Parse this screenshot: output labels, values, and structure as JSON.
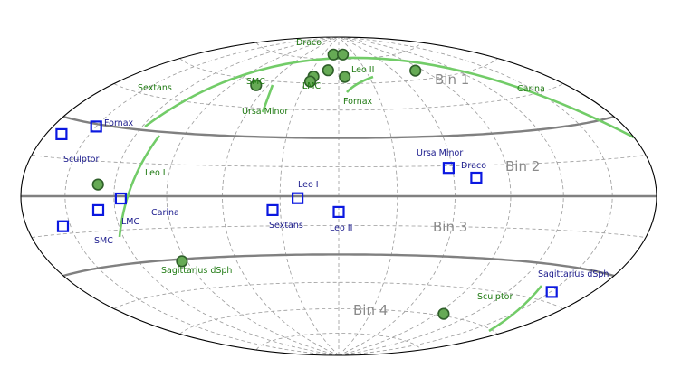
{
  "chart_data": {
    "type": "scatter",
    "projection": "aitoff/hammer all-sky",
    "grid": true,
    "bins": [
      {
        "label": "Bin 1"
      },
      {
        "label": "Bin 2"
      },
      {
        "label": "Bin 3"
      },
      {
        "label": "Bin 4"
      }
    ],
    "bin_boundaries_lat_deg": [
      30,
      0,
      -30
    ],
    "galaxies_circles": [
      {
        "name": "Draco",
        "lon": -10,
        "lat": 78
      },
      {
        "name": "Leo II",
        "lon": 8,
        "lat": 78
      },
      {
        "name": "SMC",
        "lon": -25,
        "lat": 64
      },
      {
        "name": "LMC",
        "lon": -12,
        "lat": 68
      },
      {
        "name": "Ursa Minor",
        "lon": -26,
        "lat": 61
      },
      {
        "name": "Fornax",
        "lon": 6,
        "lat": 64
      },
      {
        "name": "Sextans",
        "lon": -70,
        "lat": 57
      },
      {
        "name": "Carina",
        "lon": 82,
        "lat": 65
      },
      {
        "name": "Leo I",
        "lon": -130,
        "lat": 5
      },
      {
        "name": "Sagittarius dSph",
        "lon": -93,
        "lat": -31
      },
      {
        "name": "Sculptor",
        "lon": 96,
        "lat": -59
      }
    ],
    "galaxies_squares": [
      {
        "name": "Fornax",
        "lon": -150,
        "lat": 29
      },
      {
        "name": "Sculptor",
        "lon": -169,
        "lat": 24
      },
      {
        "name": "Ursa Minor",
        "lon": 58,
        "lat": 14
      },
      {
        "name": "Draco",
        "lon": 72,
        "lat": 9
      },
      {
        "name": "Leo I",
        "lon": -21,
        "lat": -1
      },
      {
        "name": "Carina",
        "lon": -116,
        "lat": -1
      },
      {
        "name": "LMC",
        "lon": -130,
        "lat": -6
      },
      {
        "name": "SMC",
        "lon": -155,
        "lat": -12
      },
      {
        "name": "Sextans",
        "lon": -34,
        "lat": -7
      },
      {
        "name": "Leo II",
        "lon": 0,
        "lat": -8
      },
      {
        "name": "Sagittarius dSph",
        "lon": 151,
        "lat": -41
      }
    ],
    "colors": {
      "circle_fill": "#66aa55",
      "circle_edge": "#2f5f2a",
      "arc": "#72cc68",
      "square": "#0b18e0",
      "boundary": "#808080",
      "grid": "#9a9a9a",
      "label_green": "#1f7a12",
      "label_blue": "#1a1a8c",
      "bin_label": "#8a8a8a"
    }
  }
}
